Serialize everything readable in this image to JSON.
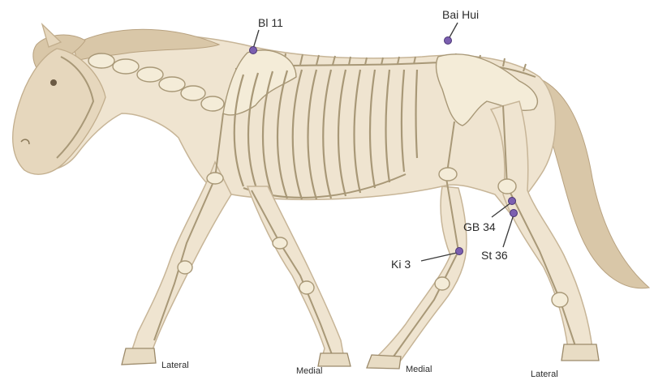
{
  "points": [
    {
      "id": "bl11",
      "label": "Bl 11"
    },
    {
      "id": "baihui",
      "label": "Bai Hui"
    },
    {
      "id": "gb34",
      "label": "GB 34"
    },
    {
      "id": "st36",
      "label": "St 36"
    },
    {
      "id": "ki3",
      "label": "Ki 3"
    }
  ],
  "leg_labels": {
    "left_front": "Lateral",
    "right_front": "Medial",
    "left_hind": "Medial",
    "right_hind": "Lateral"
  },
  "colors": {
    "point": "#7b5fb0",
    "bone": "#f4ecd8",
    "body": "#efe4d0"
  }
}
